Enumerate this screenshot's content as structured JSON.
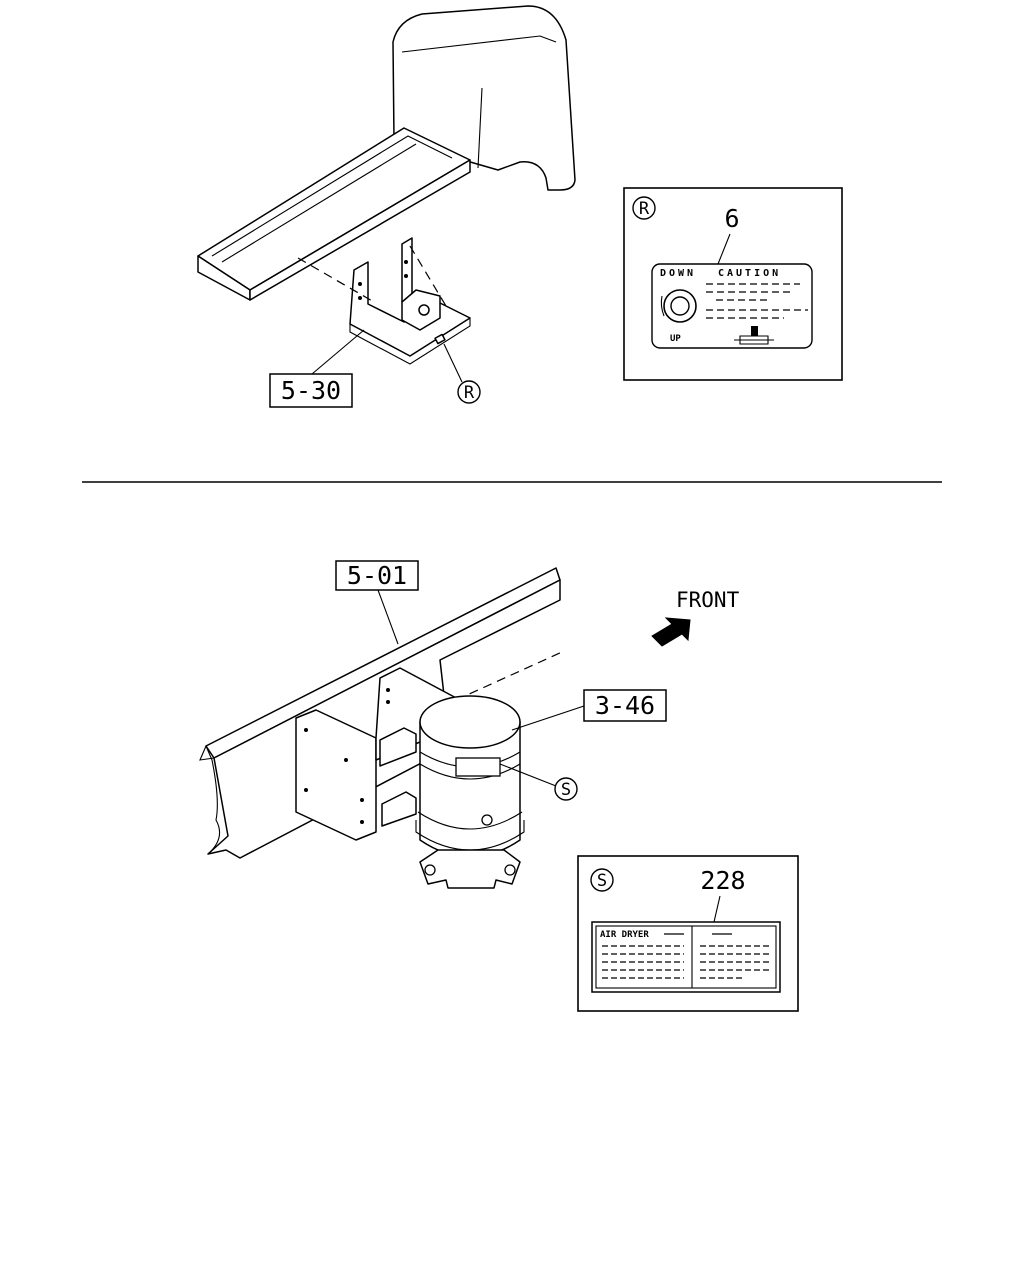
{
  "callouts": {
    "upper_ref": "5-30",
    "lower_frame_ref": "5-01",
    "lower_dryer_ref": "3-46"
  },
  "markers": {
    "r": "R",
    "s": "S"
  },
  "direction": {
    "front_label": "FRONT"
  },
  "inset_r": {
    "marker": "R",
    "part_number": "6",
    "label_text": {
      "down": "DOWN",
      "caution": "CAUTION",
      "up": "UP"
    }
  },
  "inset_s": {
    "marker": "S",
    "part_number": "228",
    "label_text": {
      "air_dryer": "AIR DRYER"
    }
  }
}
